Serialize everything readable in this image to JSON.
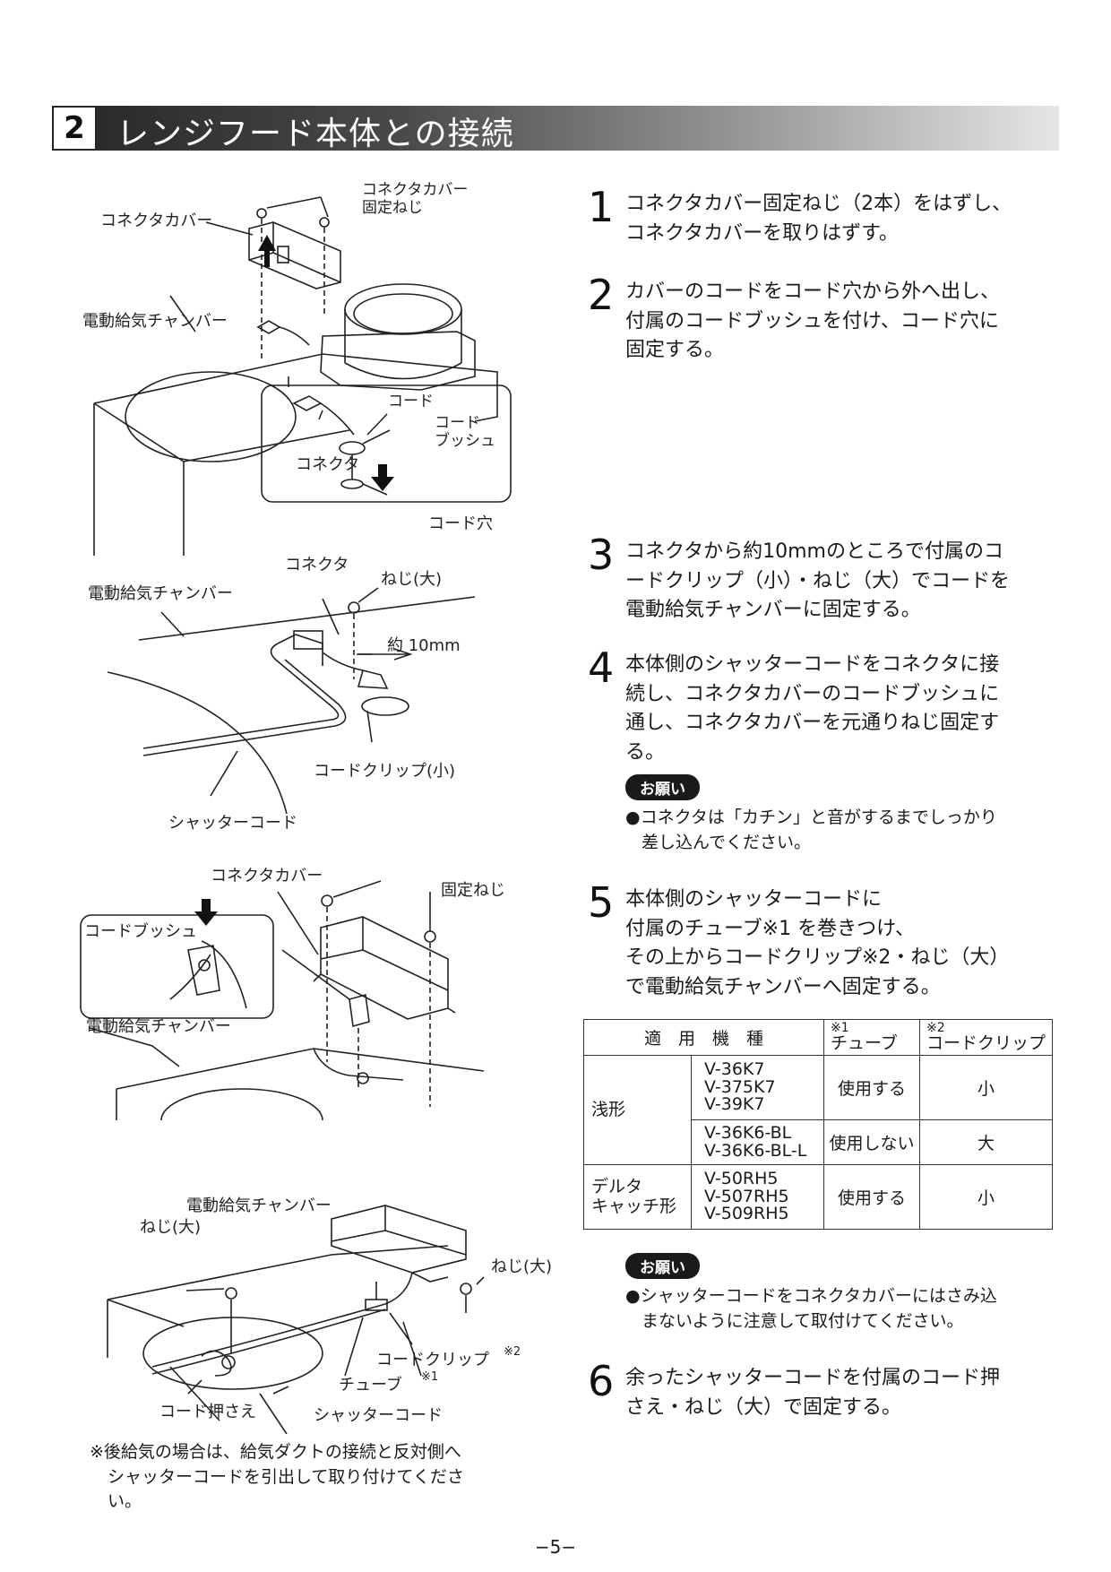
{
  "header": {
    "number": "2",
    "title": "レンジフード本体との接続"
  },
  "fig1": {
    "connector_cover": "コネクタカバー",
    "cover_screw_1": "コネクタカバー",
    "cover_screw_2": "固定ねじ",
    "chamber": "電動給気チャンバー",
    "cord": "コード",
    "bushing_1": "コード",
    "bushing_2": "ブッシュ",
    "connector": "コネクタ",
    "cord_hole": "コード穴"
  },
  "fig2": {
    "connector": "コネクタ",
    "screw_large": "ねじ(大)",
    "chamber": "電動給気チャンバー",
    "distance": "約 10mm",
    "clip_small": "コードクリップ(小)",
    "shutter_cord": "シャッターコード"
  },
  "fig3": {
    "connector_cover": "コネクタカバー",
    "fix_screw": "固定ねじ",
    "bushing": "コードブッシュ",
    "chamber": "電動給気チャンバー"
  },
  "fig4": {
    "chamber": "電動給気チャンバー",
    "screw_left": "ねじ(大)",
    "screw_right": "ねじ(大)",
    "clip": "コードクリップ",
    "clip_mark": "※2",
    "tube": "チューブ",
    "tube_mark": "※1",
    "cord_holder": "コード押さえ",
    "shutter_cord": "シャッターコード"
  },
  "steps": [
    {
      "num": "1",
      "lines": [
        "コネクタカバー固定ねじ（2本）をはずし、",
        "コネクタカバーを取りはずす。"
      ]
    },
    {
      "num": "2",
      "lines": [
        "カバーのコードをコード穴から外へ出し、",
        "付属のコードブッシュを付け、コード穴に",
        "固定する。"
      ]
    },
    {
      "num": "3",
      "lines": [
        "コネクタから約10mmのところで付属のコ",
        "ードクリップ（小）・ねじ（大）でコードを",
        "電動給気チャンバーに固定する。"
      ]
    },
    {
      "num": "4",
      "lines": [
        "本体側のシャッターコードをコネクタに接",
        "続し、コネクタカバーのコードブッシュに",
        "通し、コネクタカバーを元通りねじ固定す",
        "る。"
      ]
    },
    {
      "num": "5",
      "lines": [
        "本体側のシャッターコードに",
        "付属のチューブ※1 を巻きつけ、",
        "その上からコードクリップ※2・ねじ（大）",
        "で電動給気チャンバーへ固定する。"
      ]
    },
    {
      "num": "6",
      "lines": [
        "余ったシャッターコードを付属のコード押",
        "さえ・ねじ（大）で固定する。"
      ]
    }
  ],
  "notice1": {
    "badge": "お願い",
    "line1": "●コネクタは「カチン」と音がするまでしっかり",
    "line2": "差し込んでください。"
  },
  "notice2": {
    "badge": "お願い",
    "line1": "●シャッターコードをコネクタカバーにはさみ込",
    "line2": "まないように注意して取付けてください。"
  },
  "table": {
    "head_model": "適　用　機　種",
    "head_tube_mark": "※1",
    "head_tube": "チューブ",
    "head_clip_mark": "※2",
    "head_clip": "コードクリップ",
    "groups": [
      {
        "name": "浅形",
        "rows": [
          {
            "models": [
              "V-36K7",
              "V-375K7",
              "V-39K7"
            ],
            "tube": "使用する",
            "clip": "小"
          },
          {
            "models": [
              "V-36K6-BL",
              "V-36K6-BL-L"
            ],
            "tube": "使用しない",
            "clip": "大"
          }
        ]
      },
      {
        "name_lines": [
          "デルタ",
          "キャッチ形"
        ],
        "rows": [
          {
            "models": [
              "V-50RH5",
              "V-507RH5",
              "V-509RH5"
            ],
            "tube": "使用する",
            "clip": "小"
          }
        ]
      }
    ]
  },
  "footnote": [
    "※後給気の場合は、給気ダクトの接続と反対側へ",
    "シャッターコードを引出して取り付けてくださ",
    "い。"
  ],
  "page_number": "−5−",
  "colors": {
    "ink": "#1a1a1a",
    "band_dark": "#262626",
    "band_light": "#e6e6e6"
  }
}
